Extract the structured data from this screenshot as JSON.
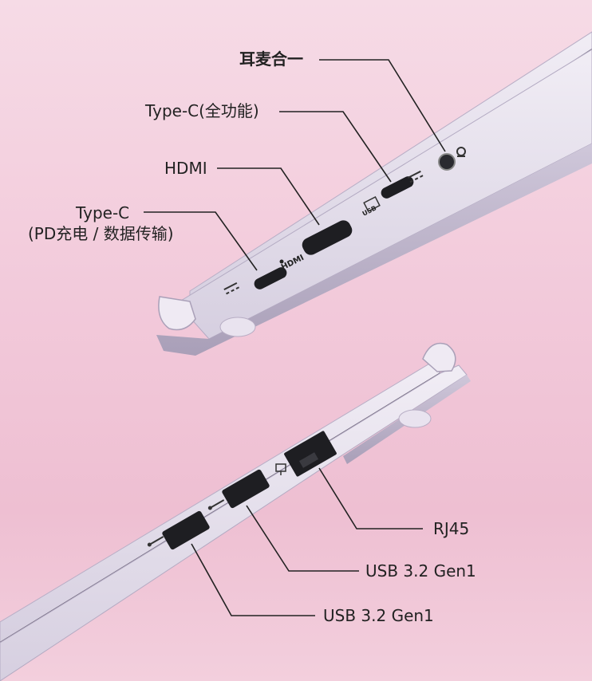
{
  "labels": {
    "headphone": "耳麦合一",
    "typec_full": "Type-C(全功能)",
    "hdmi": "HDMI",
    "typec_pd_line1": "Type-C",
    "typec_pd_line2": "(PD充电 / 数据传输)",
    "rj45": "RJ45",
    "usb_a": "USB 3.2 Gen1",
    "usb_b": "USB 3.2 Gen1"
  },
  "port_marks": {
    "hdmi_text": "HDMI",
    "usbc_text": "USB"
  },
  "icons": {
    "headset": "headset-icon",
    "usb": "usb-icon",
    "network": "network-icon",
    "dc": "dc-power-icon"
  },
  "colors": {
    "body": "#ddd7e6",
    "body_dark": "#b9b2c6",
    "port": "#1e1e22",
    "line": "#222222"
  }
}
